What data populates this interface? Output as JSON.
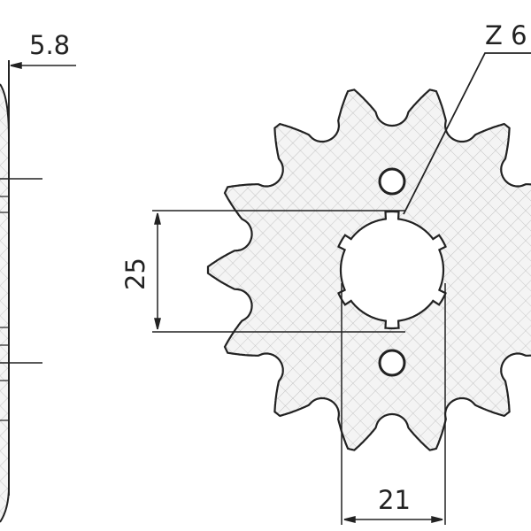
{
  "dimensions": {
    "side_thickness": "5.8",
    "tooth_label": "Z 6",
    "spline_height": "25",
    "spline_width": "21"
  },
  "sprocket": {
    "teeth": 14,
    "bolt_holes": 2
  },
  "colors": {
    "line": "#222222",
    "hatch": "#b8b8b8",
    "background": "#ffffff"
  }
}
